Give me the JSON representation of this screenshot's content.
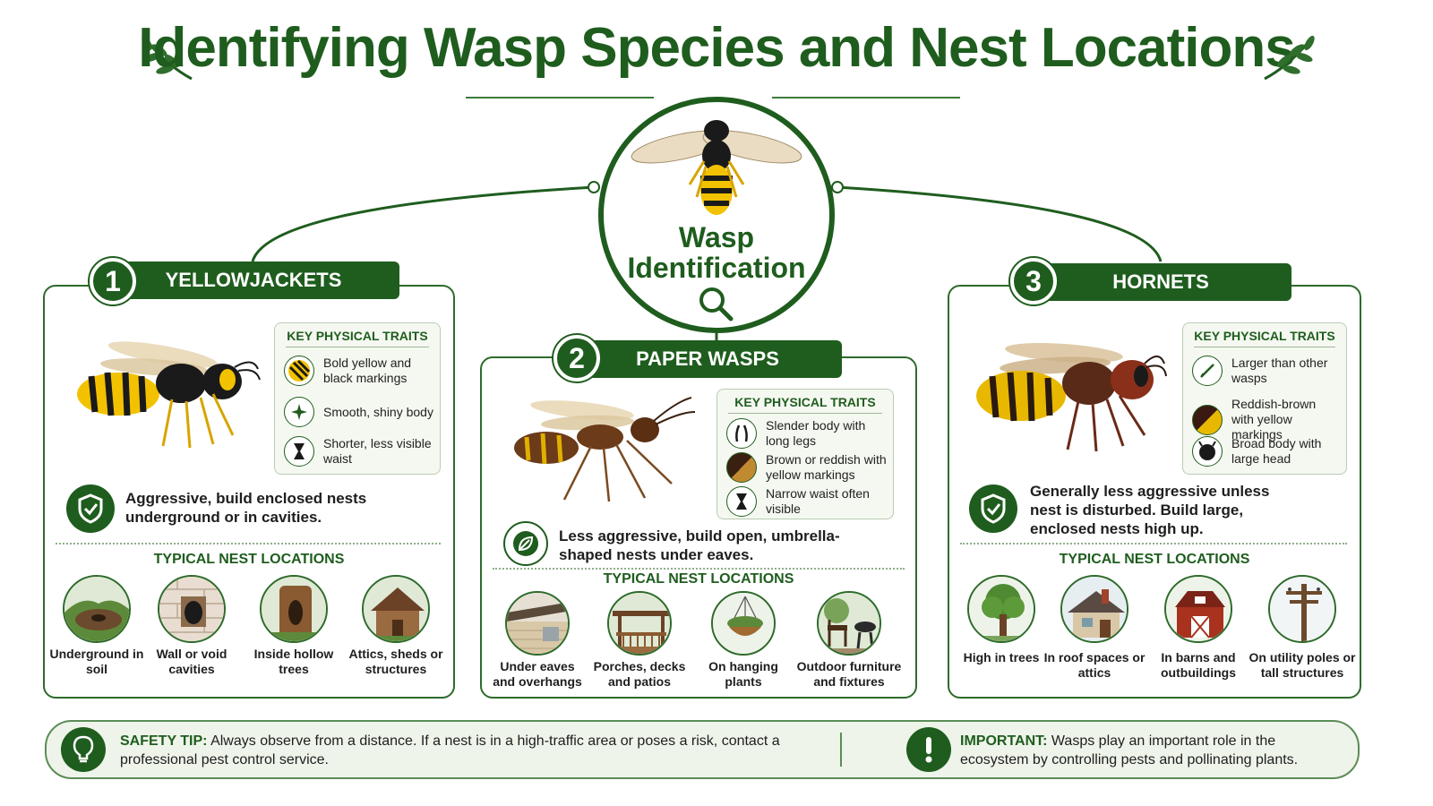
{
  "title": "Identifying Wasp Species and Nest Locations",
  "center": {
    "line1": "Wasp",
    "line2": "Identification",
    "icon": "magnifier-icon"
  },
  "traits_heading": "KEY PHYSICAL TRAITS",
  "nest_heading": "TYPICAL NEST LOCATIONS",
  "species": [
    {
      "number": "1",
      "name": "YELLOWJACKETS",
      "traits": [
        "Bold yellow and black markings",
        "Smooth, shiny body",
        "Shorter, less visible waist"
      ],
      "behavior": "Aggressive, build enclosed nests underground or in cavities.",
      "nests": [
        "Underground in soil",
        "Wall or void cavities",
        "Inside hollow trees",
        "Attics, sheds or structures"
      ]
    },
    {
      "number": "2",
      "name": "PAPER WASPS",
      "traits": [
        "Slender body with long legs",
        "Brown or reddish with yellow markings",
        "Narrow waist often visible"
      ],
      "behavior": "Less aggressive, build open, umbrella-shaped nests under eaves.",
      "nests": [
        "Under eaves and overhangs",
        "Porches, decks and patios",
        "On hanging plants",
        "Outdoor furniture and fixtures"
      ]
    },
    {
      "number": "3",
      "name": "HORNETS",
      "traits": [
        "Larger than other wasps",
        "Reddish-brown with yellow markings",
        "Broad body with large head"
      ],
      "behavior": "Generally less aggressive unless nest is disturbed. Build large, enclosed nests high up.",
      "nests": [
        "High in trees",
        "In roof spaces or attics",
        "In barns and outbuildings",
        "On utility poles or tall structures"
      ]
    }
  ],
  "footer": {
    "safety_label": "SAFETY TIP:",
    "safety_text": "Always observe from a distance. If a nest is in a high-traffic area or poses a risk, contact a professional pest control service.",
    "important_label": "IMPORTANT:",
    "important_text": "Wasps play an important role in the ecosystem by controlling pests and pollinating plants."
  },
  "colors": {
    "primary": "#1f5d1e",
    "accent_yellow": "#f2c200",
    "panel_bg": "#f5f8f1"
  }
}
